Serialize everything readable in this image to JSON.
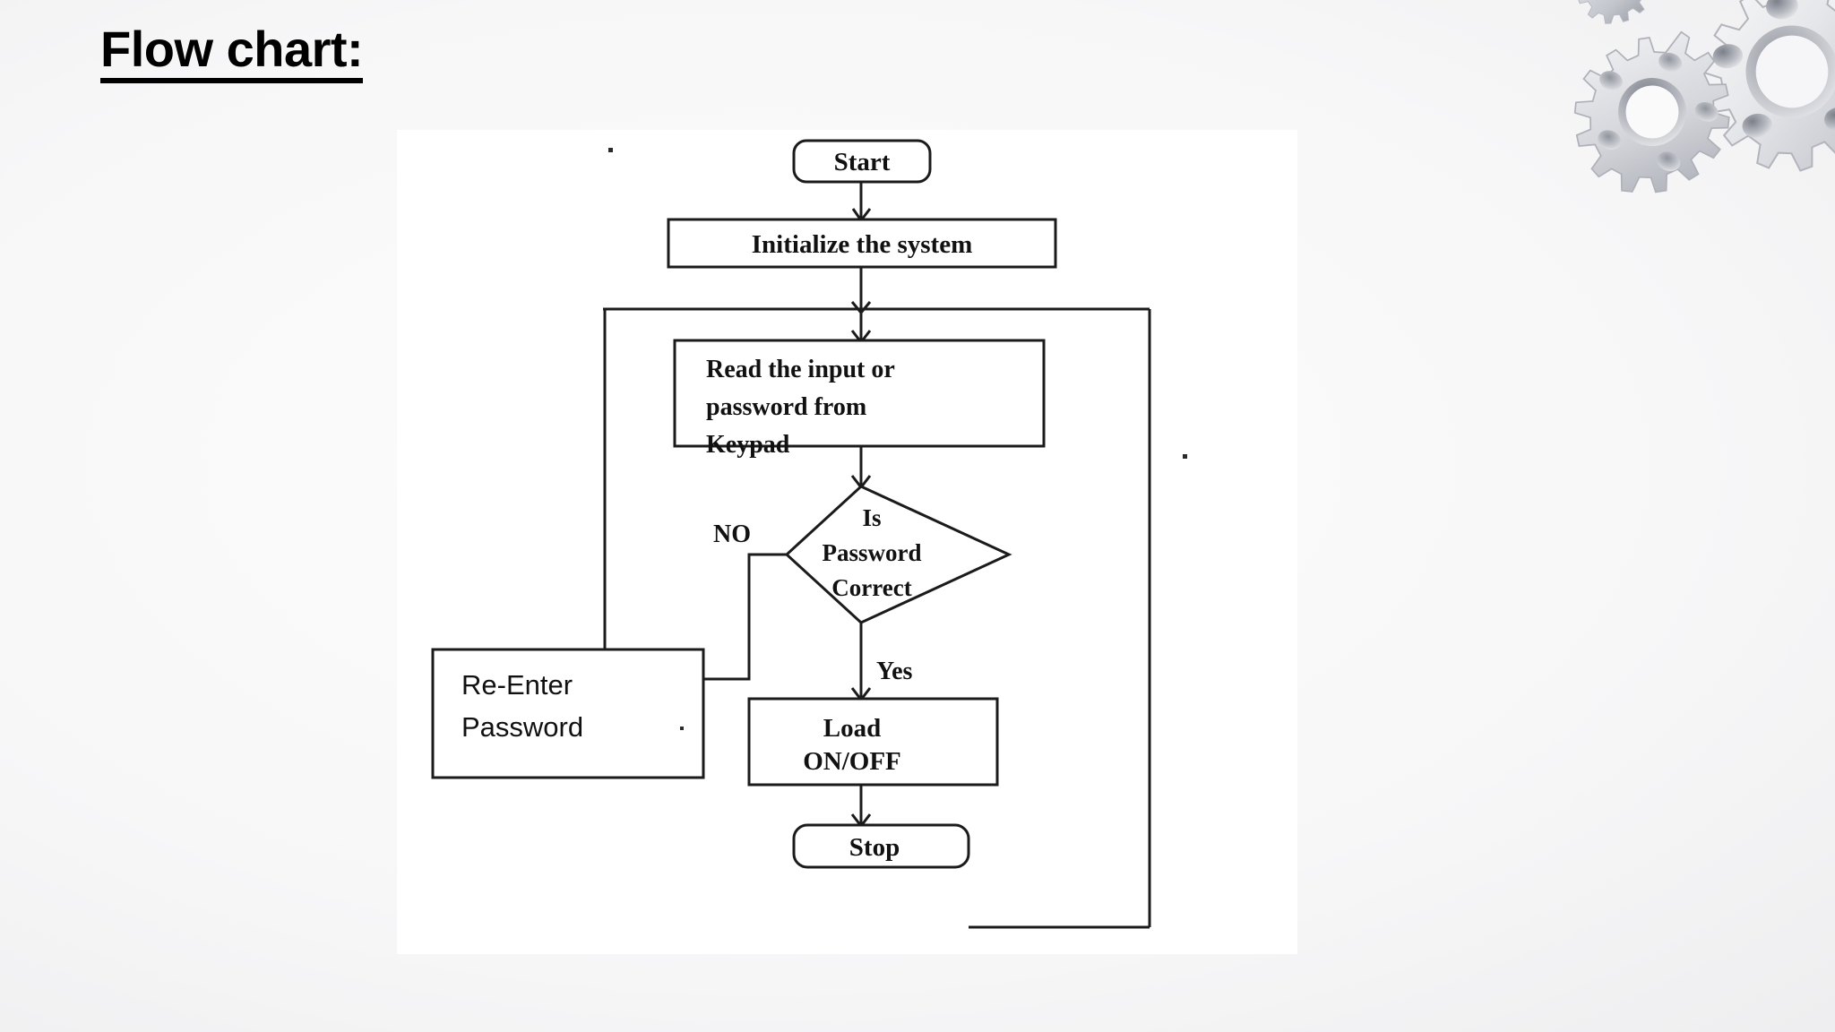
{
  "slide": {
    "title": "Flow chart:",
    "background_color": "#ededef",
    "panel_color": "#ffffff",
    "ink_color": "#1b1b1b"
  },
  "decoration": {
    "gears_name": "gears-graphic",
    "gear_light": "#f2f2f4",
    "gear_mid": "#d5d6da",
    "gear_dark": "#9b9ea6",
    "gear_shadow": "#6e7178"
  },
  "chart_data": {
    "type": "flowchart",
    "title": "Flow chart:",
    "nodes": [
      {
        "id": "start",
        "label": "Start",
        "shape": "terminator"
      },
      {
        "id": "init",
        "label": "Initialize the system",
        "shape": "process"
      },
      {
        "id": "read",
        "label": "Read the input or password from Keypad",
        "shape": "process"
      },
      {
        "id": "decision",
        "label": "Is Password Correct",
        "shape": "decision"
      },
      {
        "id": "reenter",
        "label": "Re-Enter Password",
        "shape": "process"
      },
      {
        "id": "load",
        "label": "Load ON/OFF",
        "shape": "process"
      },
      {
        "id": "stop",
        "label": "Stop",
        "shape": "terminator"
      }
    ],
    "edges": [
      {
        "from": "start",
        "to": "init",
        "label": ""
      },
      {
        "from": "init",
        "to": "read",
        "label": ""
      },
      {
        "from": "read",
        "to": "decision",
        "label": ""
      },
      {
        "from": "decision",
        "to": "reenter",
        "label": "NO"
      },
      {
        "from": "decision",
        "to": "load",
        "label": "Yes"
      },
      {
        "from": "reenter",
        "to": "read",
        "label": ""
      },
      {
        "from": "load",
        "to": "stop",
        "label": ""
      },
      {
        "from": "stop",
        "to": "read",
        "label": ""
      }
    ]
  },
  "nodes": {
    "start": {
      "label": "Start"
    },
    "init": {
      "label": "Initialize the system"
    },
    "read": {
      "line1": "Read the input or",
      "line2": "password from",
      "line3": "Keypad"
    },
    "decision": {
      "line1": "Is",
      "line2": "Password",
      "line3": "Correct"
    },
    "reenter": {
      "line1": "Re-Enter",
      "line2": "Password"
    },
    "load": {
      "line1": "Load",
      "line2": "ON/OFF"
    },
    "stop": {
      "label": "Stop"
    }
  },
  "labels": {
    "no": "NO",
    "yes": "Yes"
  }
}
